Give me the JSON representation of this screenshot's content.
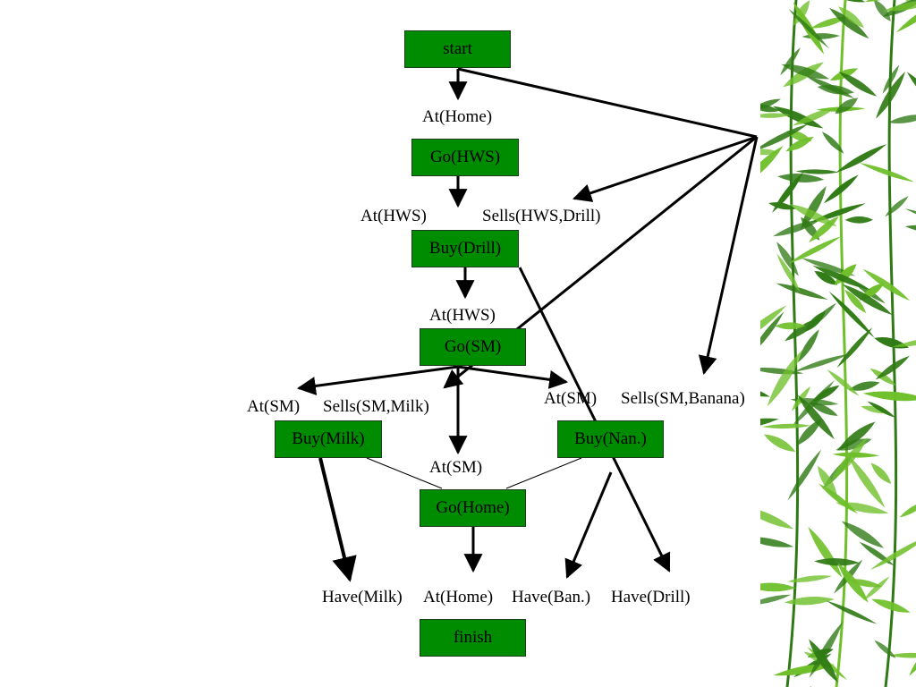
{
  "diagram": {
    "nodes": {
      "start": "start",
      "go_hws": "Go(HWS)",
      "buy_drill": "Buy(Drill)",
      "go_sm": "Go(SM)",
      "buy_milk": "Buy(Milk)",
      "buy_nan": "Buy(Nan.)",
      "go_home": "Go(Home)",
      "finish": "finish"
    },
    "labels": {
      "at_home_1": "At(Home)",
      "at_hws_1": "At(HWS)",
      "sells_hws_drill": "Sells(HWS,Drill)",
      "at_hws_2": "At(HWS)",
      "at_sm_1": "At(SM)",
      "sells_sm_milk": "Sells(SM,Milk)",
      "at_sm_2": "At(SM)",
      "sells_sm_banana": "Sells(SM,Banana)",
      "at_sm_3": "At(SM)",
      "have_milk": "Have(Milk)",
      "at_home_2": "At(Home)",
      "have_ban": "Have(Ban.)",
      "have_drill": "Have(Drill)"
    }
  },
  "colors": {
    "node_fill": "#008c00",
    "node_border": "#1a3d1a",
    "line": "#000000",
    "bamboo_dark": "#2f7a14",
    "bamboo_light": "#6fbf2a"
  }
}
